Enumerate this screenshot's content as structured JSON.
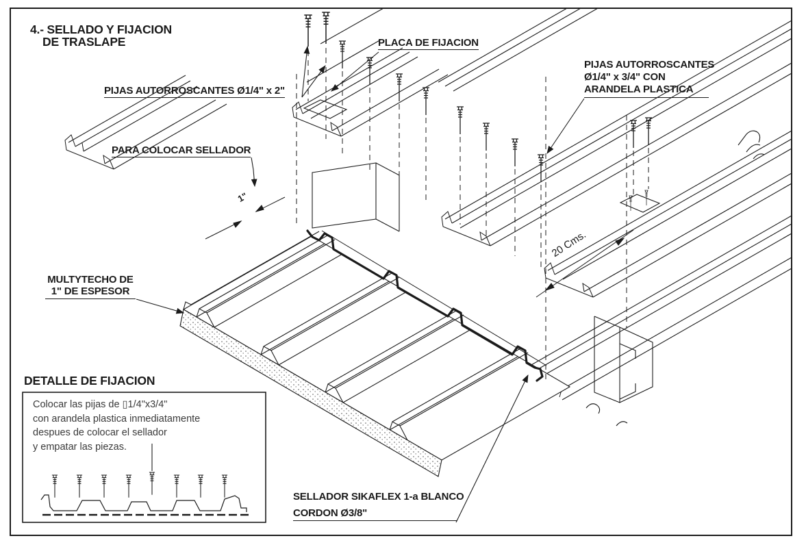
{
  "drawing": {
    "title_line1": "4.- SELLADO Y FIJACION",
    "title_line2": "DE TRASLAPE",
    "labels": {
      "pijas_2in": "PIJAS AUTORROSCANTES Ø1/4\" x 2\"",
      "placa_fijacion": "PLACA DE FIJACION",
      "pijas_34_line1": "PIJAS AUTORROSCANTES",
      "pijas_34_line2": "Ø1/4\" x 3/4\" CON",
      "pijas_34_line3": "ARANDELA PLASTICA",
      "para_colocar_sellador": "PARA COLOCAR SELLADOR",
      "multytecho_line1": "MULTYTECHO DE",
      "multytecho_line2": "1\" DE ESPESOR",
      "sellador_line1": "SELLADOR SIKAFLEX 1-a BLANCO",
      "sellador_line2": "CORDON Ø3/8\""
    },
    "dimensions": {
      "overlap": "1\"",
      "spacing": "20 Cms."
    },
    "detail_box": {
      "heading": "DETALLE DE FIJACION",
      "note_line1": "Colocar las pijas de ▯1/4\"x3/4\"",
      "note_line2": "con arandela plastica inmediatamente",
      "note_line3": "despues de colocar el sellador",
      "note_line4": "y empatar las piezas."
    },
    "colors": {
      "line": "#1b1b1b",
      "background": "#ffffff"
    }
  }
}
